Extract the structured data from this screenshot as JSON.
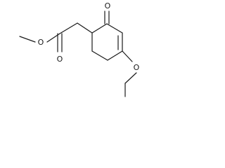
{
  "atoms": {
    "ester_ether_o": "O",
    "ester_carbonyl_o": "O",
    "ketone_o": "O",
    "ethoxy_o": "O"
  },
  "colors": {
    "bond": "#1a1a1a",
    "background": "#ffffff"
  }
}
